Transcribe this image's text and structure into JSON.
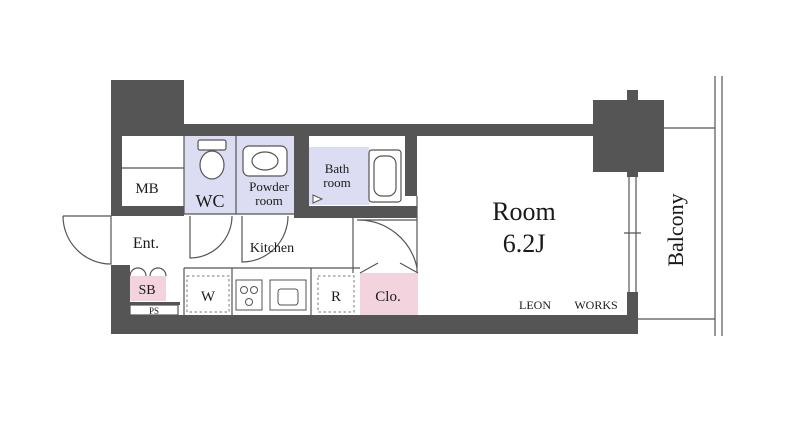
{
  "rooms": {
    "main": {
      "name": "Room",
      "size": "6.2J"
    },
    "balcony": "Balcony",
    "mb": "MB",
    "wc": "WC",
    "powder": {
      "line1": "Powder",
      "line2": "room"
    },
    "bath": {
      "line1": "Bath",
      "line2": "room"
    },
    "entrance": "Ent.",
    "kitchen": "Kitchen",
    "shoe_box": "SB",
    "pipe_space": "PS",
    "washer": "W",
    "fridge": "R",
    "closet": "Clo."
  },
  "credit": {
    "left": "LEON",
    "right": "WORKS"
  },
  "colors": {
    "wall": "#555555",
    "wet_area": "#dcdcf2",
    "shoe_box": "#f3d3dd",
    "closet": "#f3d3dd",
    "background": "#ffffff"
  }
}
